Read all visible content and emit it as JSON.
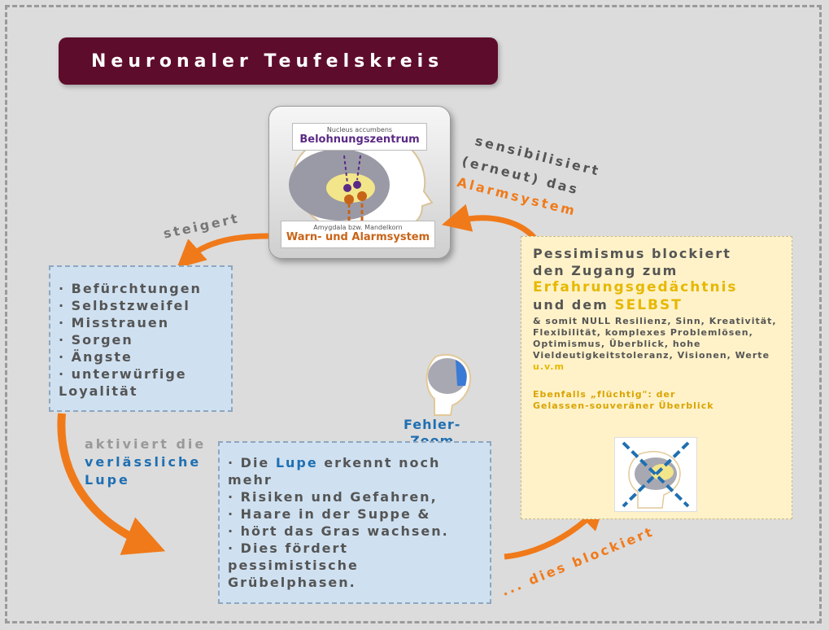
{
  "title": "Neuronaler Teufelskreis",
  "brain_box": {
    "reward_small": "Nucleus accumbens",
    "reward_large": "Belohnungszentrum",
    "alarm_small": "Amygdala bzw. Mandelkorn",
    "alarm_large": "Warn- und Alarmsystem"
  },
  "labels": {
    "steigert": "steigert",
    "sens_line1": "sensibilisiert",
    "sens_line2": "(erneut) das",
    "sens_line3": "Alarmsystem",
    "aktiviert_line1": "aktiviert die",
    "aktiviert_line2": "verlässliche",
    "aktiviert_line3": "Lupe",
    "blockiert": "... dies blockiert",
    "fehler_line1": "Fehler-",
    "fehler_line2": "Zoom"
  },
  "box1_items": [
    "Befürchtungen",
    "Selbstzweifel",
    "Misstrauen",
    "Sorgen",
    "Ängste",
    "unterwürfige Loyalität"
  ],
  "box2": {
    "item1_pre": "Die ",
    "item1_highlight": "Lupe",
    "item1_post": " erkennt noch mehr",
    "items": [
      "Risiken und Gefahren,",
      "Haare in der Suppe &",
      "hört das Gras wachsen.",
      "Dies fördert pessimistische Grübelphasen."
    ]
  },
  "yellow_box": {
    "line1": "Pessimismus blockiert",
    "line2": "den Zugang zum",
    "line3": "Erfahrungsgedächtnis",
    "line4_pre": "und dem ",
    "line4_highlight": "SELBST",
    "small_text": "& somit NULL Resilienz, Sinn, Kreativität, Flexibilität, komplexes Problemlösen, Optimismus, Überblick, hohe Vieldeutigkeitstoleranz, Visionen, Werte ",
    "small_highlight": "u.v.m",
    "note_line1": "Ebenfalls „flüchtig\": der",
    "note_line2": "Gelassen-souveräner Überblick"
  },
  "colors": {
    "title_bg": "#5e0c2c",
    "arrow": "#f07a1a",
    "blue_box": "#cfe1f1",
    "yellow_box": "#fff2c8",
    "accent_blue": "#1f6fb2",
    "accent_gold": "#e6b800"
  }
}
